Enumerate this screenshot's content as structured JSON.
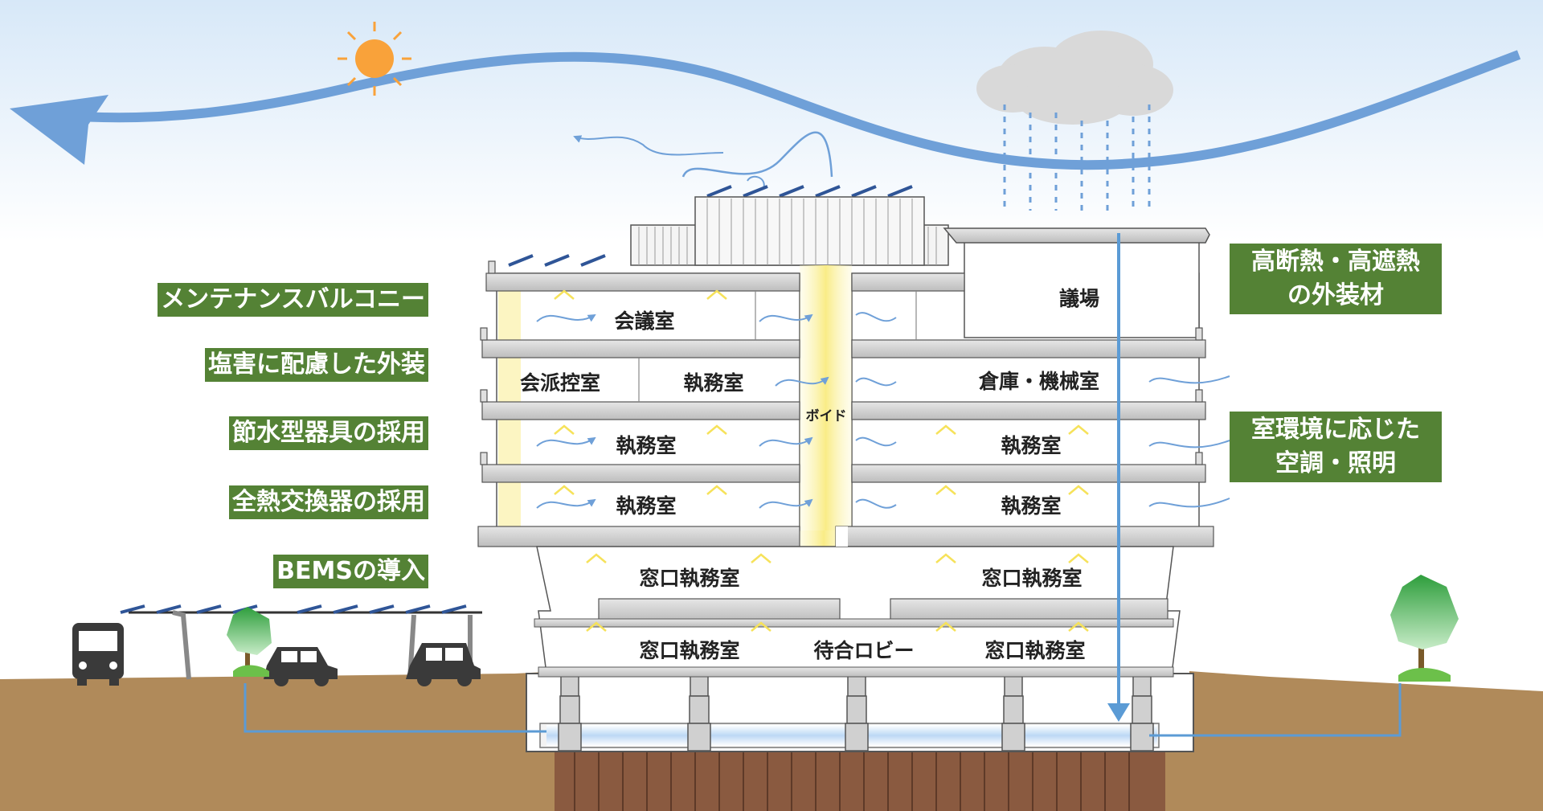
{
  "colors": {
    "label_bg": "#548235",
    "label_text": "#ffffff",
    "sky_top": "#dcebf9",
    "wind_arrow": "#6fa0d8",
    "rain_pipe": "#5b9bd5",
    "ground": "#b08a5a",
    "void_light": "#fbf3a3"
  },
  "icons": [
    "sun-icon",
    "cloud-icon",
    "rain-icon",
    "bus-icon",
    "car-icon",
    "tree-icon",
    "solar-panel-icon",
    "wind-arrow-icon",
    "light-icon"
  ],
  "left_labels": [
    "メンテナンスバルコニー",
    "塩害に配慮した外装",
    "節水型器具の採用",
    "全熱交換器の採用",
    "BEMSの導入"
  ],
  "right_labels": {
    "insulation": [
      "高断熱・高遮熱",
      "の外装材"
    ],
    "hvac": [
      "室環境に応じた",
      "空調・照明"
    ]
  },
  "rooms": {
    "conference": "会議室",
    "council_waiting": "会派控室",
    "office": "執務室",
    "assembly": "議場",
    "storage": "倉庫・機械室",
    "void": "ボイド",
    "counter_office": "窓口執務室",
    "waiting_lobby": "待合ロビー"
  }
}
